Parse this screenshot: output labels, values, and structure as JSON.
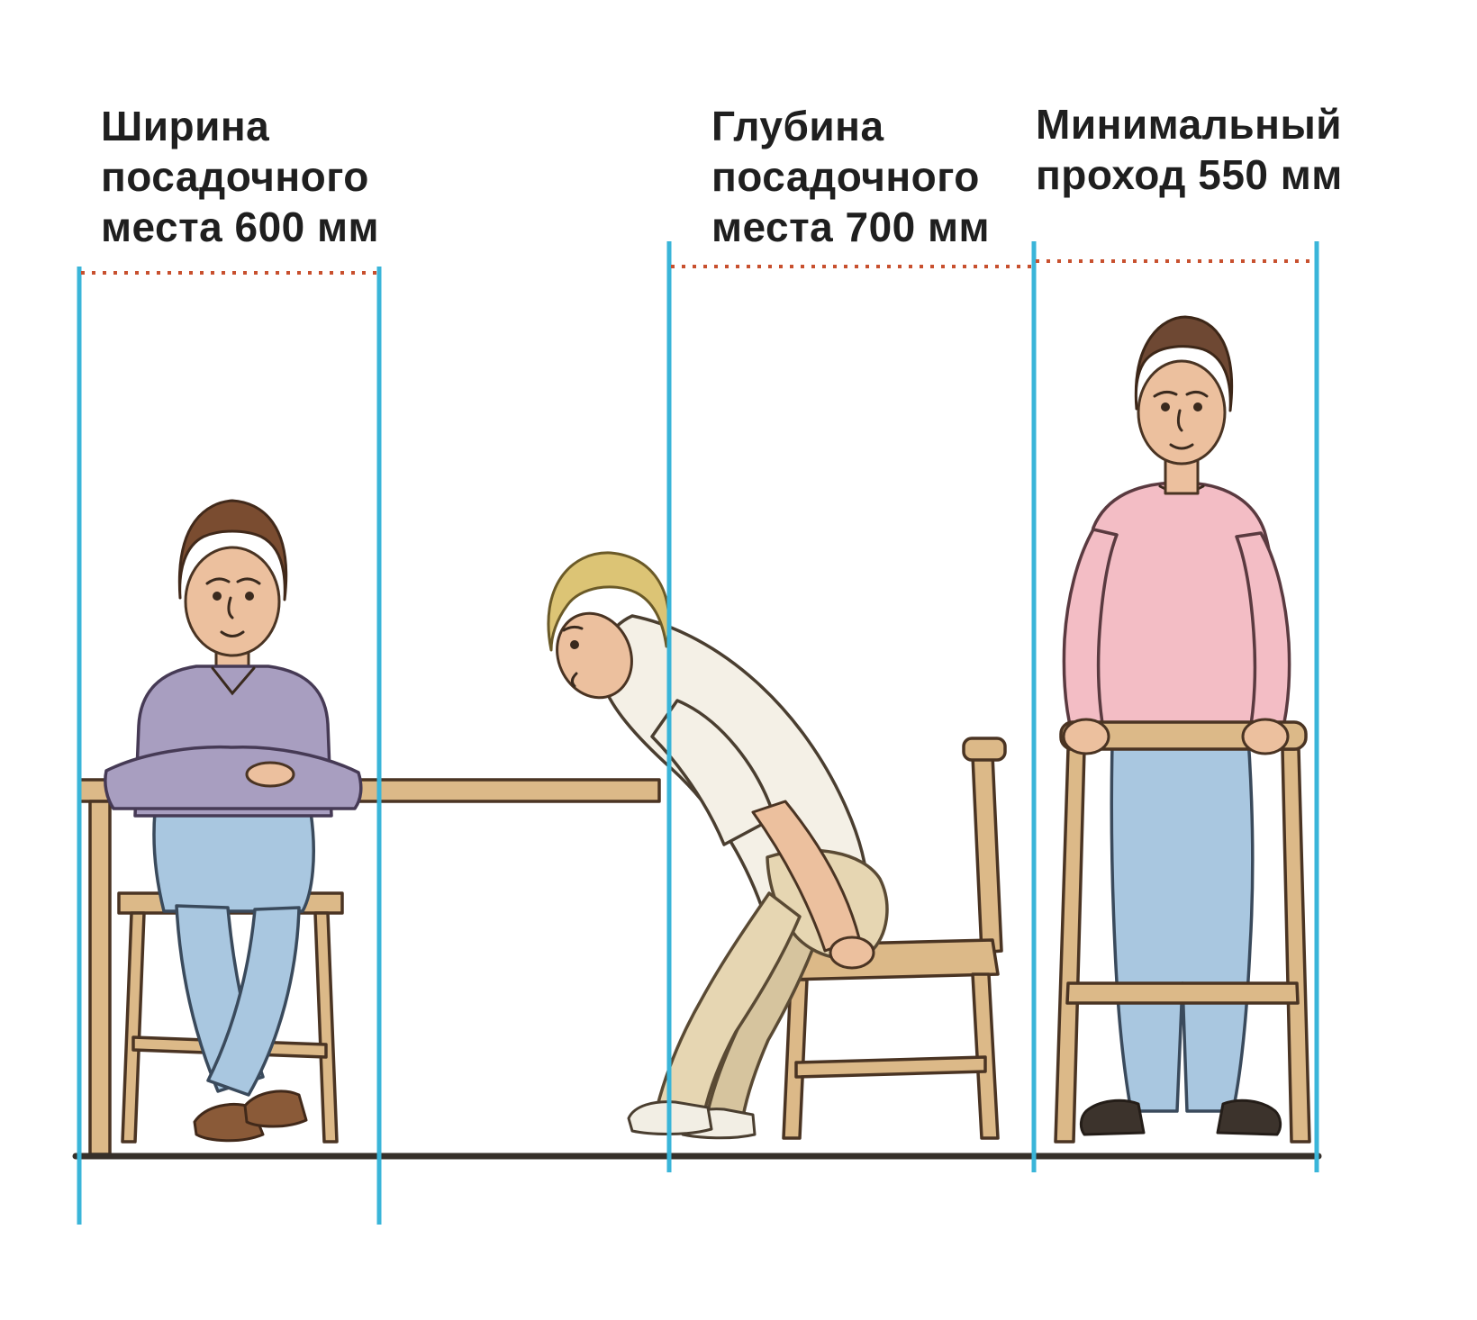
{
  "labels": {
    "seat_width": {
      "line1": "Ширина",
      "line2": "посадочного",
      "line3": "места 600 мм"
    },
    "seat_depth": {
      "line1": "Глубина",
      "line2": "посадочного",
      "line3": "места 700 мм"
    },
    "min_passage": {
      "line1": "Минимальный",
      "line2": "проход 550 мм"
    }
  },
  "dimensions_mm": {
    "seat_width": 600,
    "seat_depth": 700,
    "min_passage": 550
  },
  "colors": {
    "guide_line": "#3ab5d9",
    "dotted_line": "#c8502e",
    "floor_line": "#36302a",
    "label_text": "#1f1f1f"
  }
}
